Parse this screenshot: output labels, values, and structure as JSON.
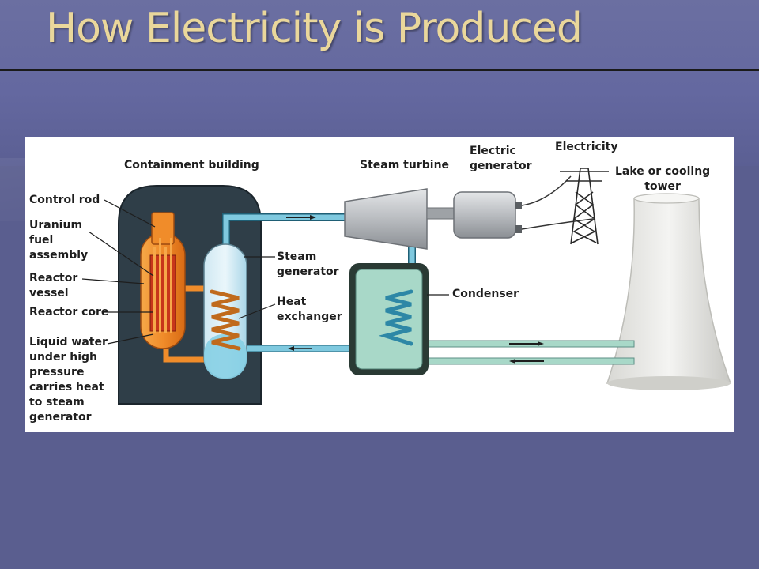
{
  "slide": {
    "title": "How Electricity is Produced"
  },
  "diagram": {
    "labels": {
      "containment_building": "Containment building",
      "steam_turbine": "Steam turbine",
      "electric_generator": "Electric\ngenerator",
      "electricity": "Electricity",
      "cooling_tower": "Lake or cooling\ntower",
      "control_rod": "Control rod",
      "uranium_fuel": "Uranium\nfuel\nassembly",
      "reactor_vessel": "Reactor\nvessel",
      "reactor_core": "Reactor core",
      "liquid_water": "Liquid water\nunder high\npressure\ncarries heat\nto steam\ngenerator",
      "steam_generator": "Steam\ngenerator",
      "heat_exchanger": "Heat\nexchanger",
      "condenser": "Condenser"
    },
    "colors": {
      "containment": "#2f3e48",
      "reactor": "#f08c2a",
      "fuel": "#c8361a",
      "steam_pipe": "#7fc9df",
      "condenser_fill": "#a8d8c8",
      "turbine": "#b9bcc0",
      "tower": "#ececea"
    }
  }
}
